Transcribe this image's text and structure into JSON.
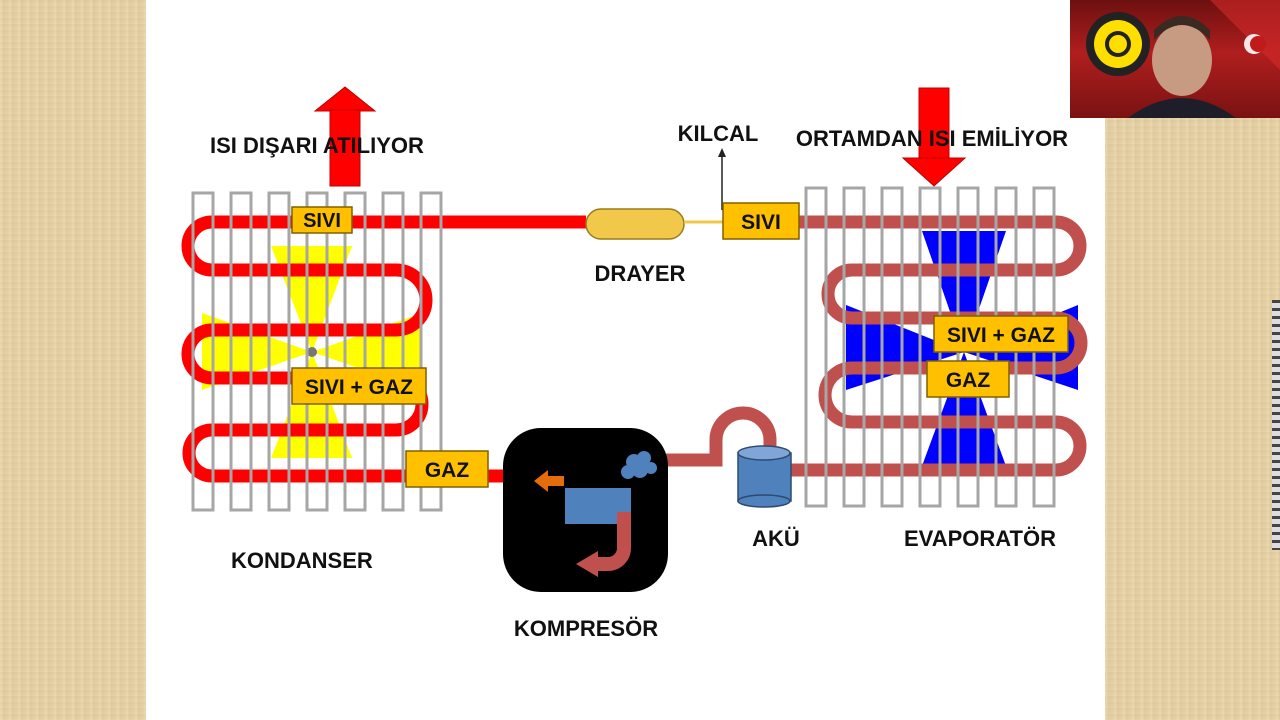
{
  "diagram": {
    "heat_out_label": "ISI DIŞARI ATILIYOR",
    "heat_in_label": "ORTAMDAN ISI EMİLİYOR",
    "capillary_label": "KILCAL",
    "dryer_label": "DRAYER",
    "condenser_label": "KONDANSER",
    "compressor_label": "KOMPRESÖR",
    "accumulator_label": "AKÜ",
    "evaporator_label": "EVAPORATÖR",
    "box_condenser_liquid": "SIVI",
    "box_condenser_mix": "SIVI + GAZ",
    "box_condenser_gas": "GAZ",
    "box_evap_liquid": "SIVI",
    "box_evap_mix": "SIVI + GAZ",
    "box_evap_gas": "GAZ"
  },
  "colors": {
    "hot_pipe": "#ff0000",
    "cold_pipe": "#c0504d",
    "label_box": "#ffc000",
    "condenser_fan": "#ffff00",
    "evaporator_fan": "#0000ff",
    "dryer": "#f2c84b",
    "compressor_body": "#000000",
    "compressor_piston": "#4f81bd",
    "accumulator": "#4f81bd",
    "heat_arrow": "#ff0000",
    "grid_fins": "#a6a6a6"
  }
}
